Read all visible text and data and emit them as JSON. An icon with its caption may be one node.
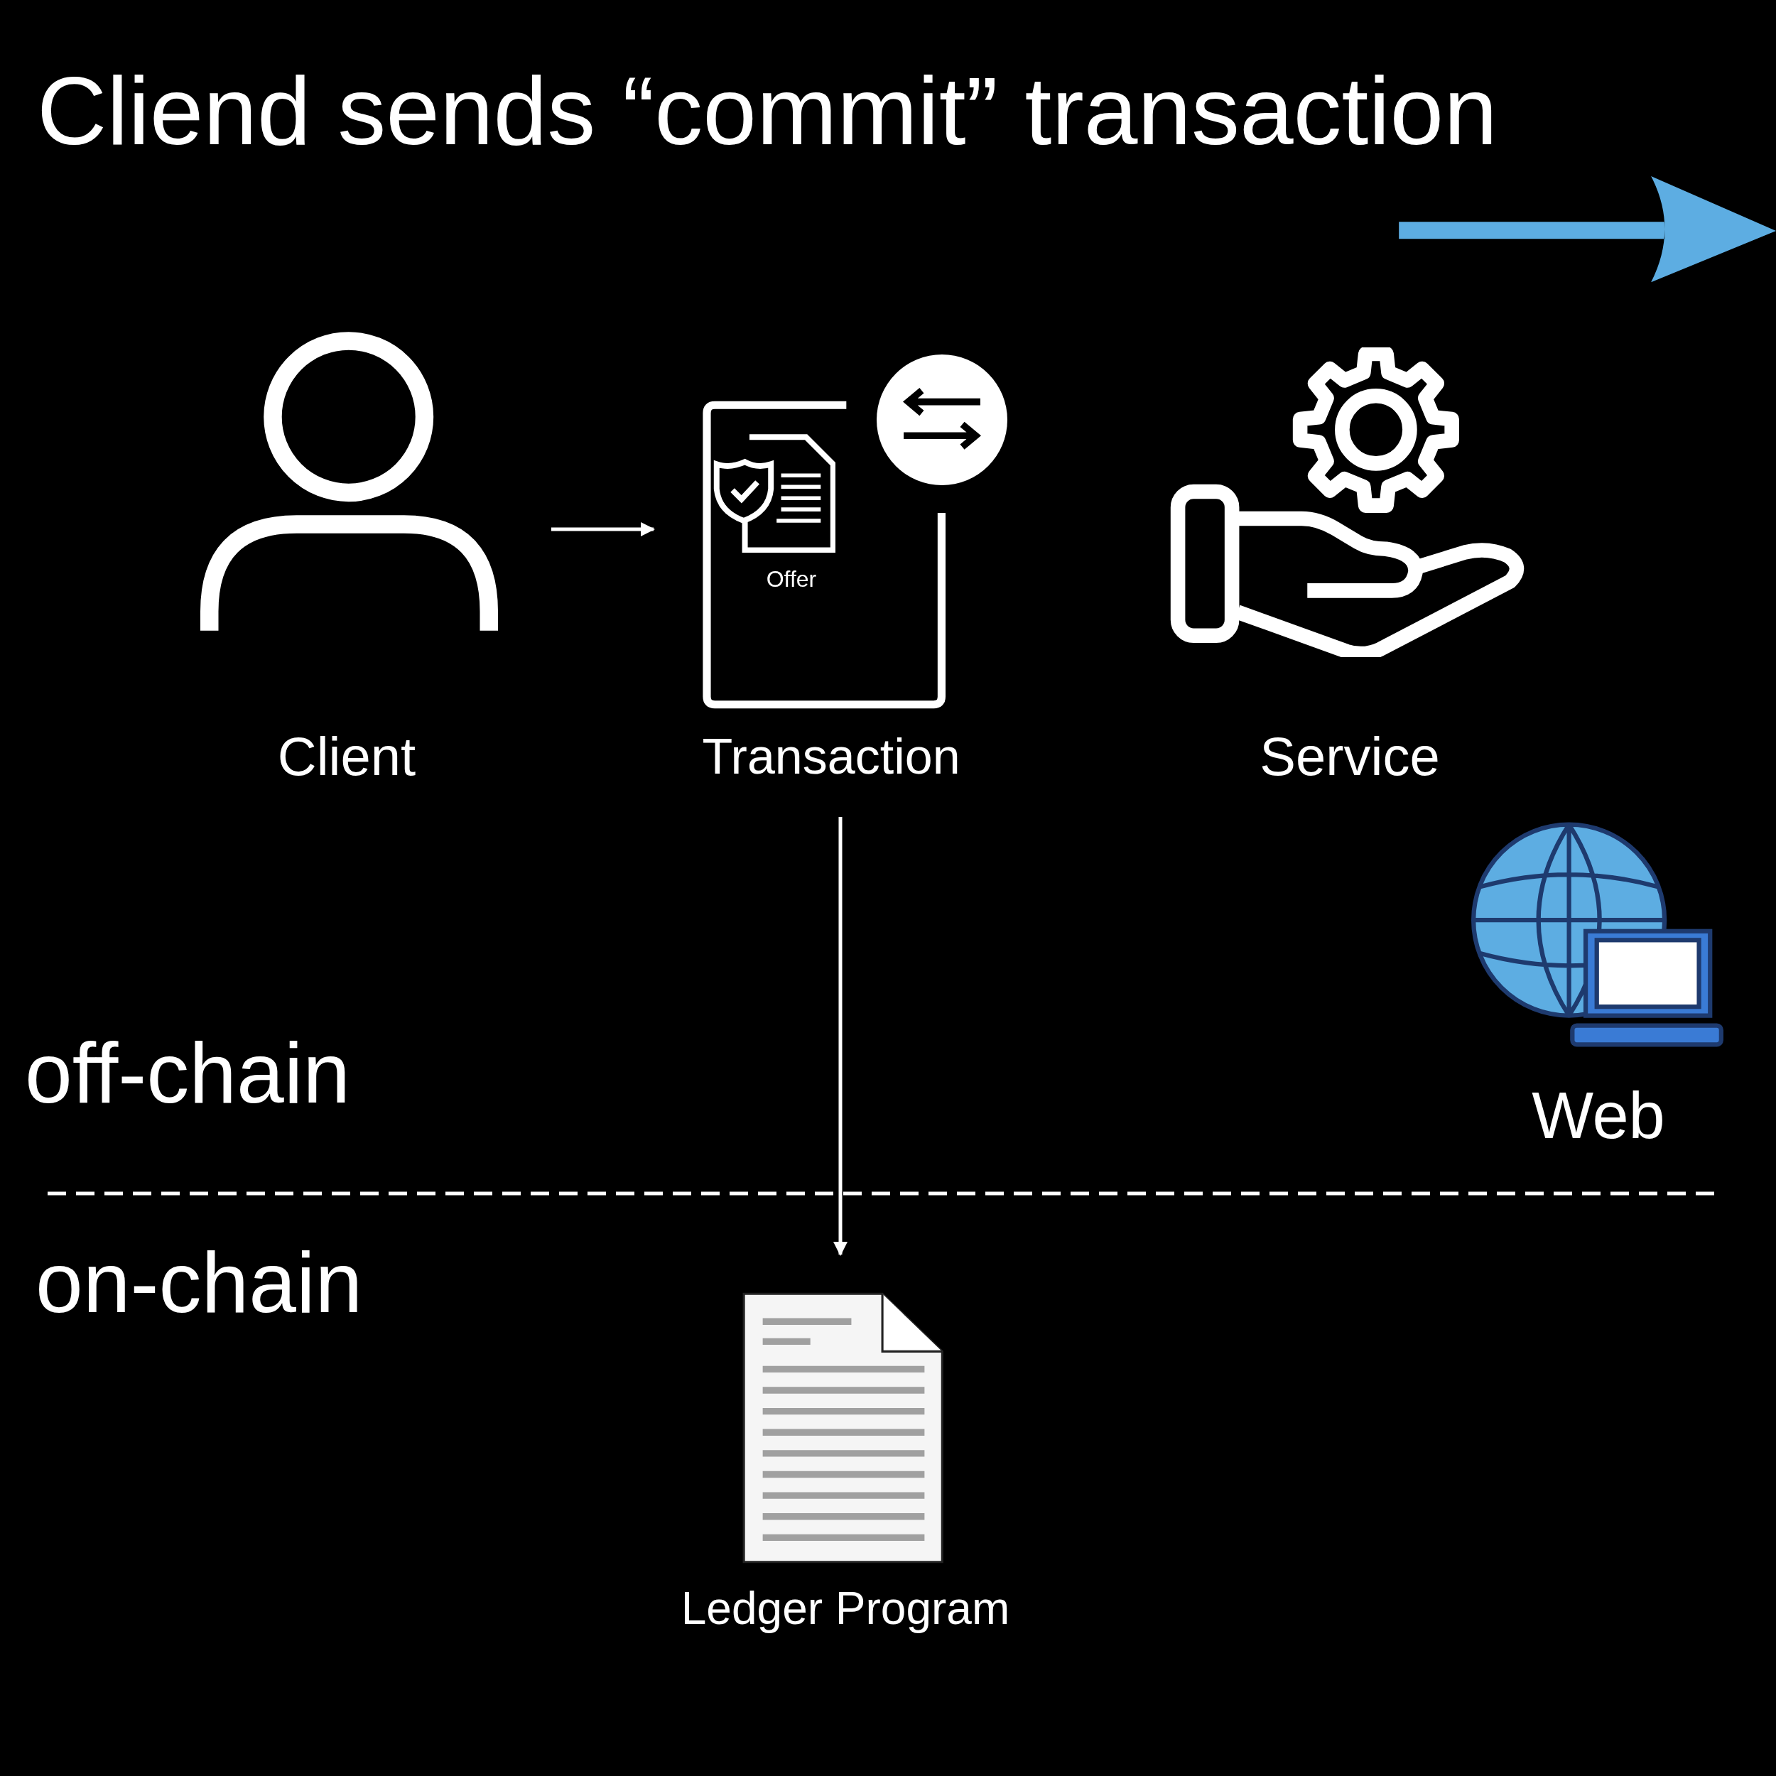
{
  "diagram": {
    "title": "Cliend sends “commit” transaction",
    "nodes": [
      {
        "text": [
          "Client"
        ]
      },
      {
        "text": [
          "Transaction"
        ]
      },
      {
        "text": [
          "Offer"
        ],
        "in": 1
      },
      {
        "text": [
          "Service"
        ]
      },
      {
        "text": [
          "Web"
        ]
      },
      {
        "text": [
          "Ledger Program"
        ]
      }
    ],
    "edges": [
      {
        "from": 0,
        "to": 1,
        "arrow": "to"
      },
      {
        "from": 1,
        "to": 5,
        "arrow": "to"
      }
    ],
    "labels": [
      "off-chain",
      "on-chain"
    ]
  }
}
